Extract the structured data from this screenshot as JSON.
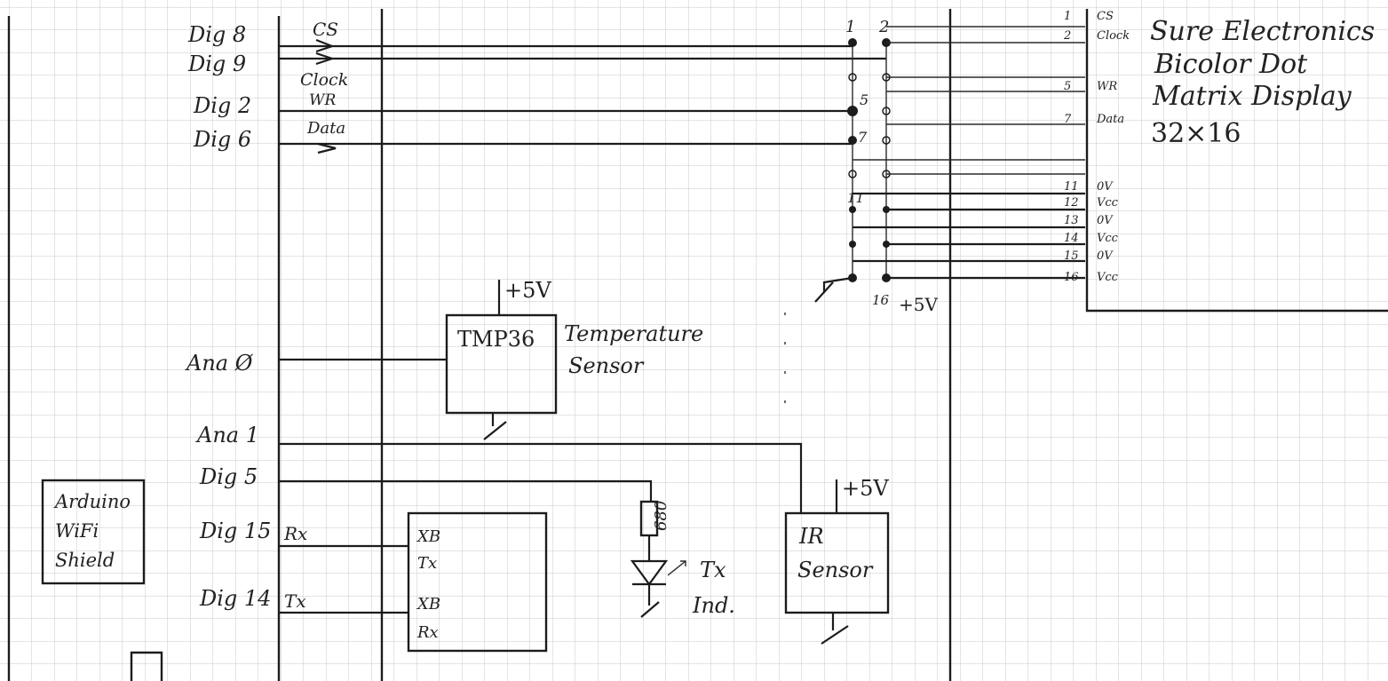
{
  "arduino_pins": {
    "dig8": "Dig 8",
    "dig9": "Dig 9",
    "dig2": "Dig 2",
    "dig6": "Dig 6",
    "ana0": "Ana Ø",
    "ana1": "Ana 1",
    "dig5": "Dig 5",
    "dig15": "Dig 15",
    "dig14": "Dig 14"
  },
  "signals": {
    "cs": "CS",
    "clock": "Clock",
    "wr": "WR",
    "data": "Data",
    "rx": "Rx",
    "tx": "Tx"
  },
  "wifi_shield": {
    "line1": "Arduino",
    "line2": "WiFi",
    "line3": "Shield"
  },
  "tmp36": {
    "chip": "TMP36",
    "desc1": "Temperature",
    "desc2": "Sensor",
    "supply": "+5V"
  },
  "xbee": {
    "tx_top": "XB",
    "tx_bottom": "Tx",
    "rx_top": "XB",
    "rx_bottom": "Rx"
  },
  "resistor": {
    "value": "680"
  },
  "led": {
    "line1": "Tx",
    "line2": "Ind."
  },
  "ir_sensor": {
    "line1": "IR",
    "line2": "Sensor",
    "supply": "+5V"
  },
  "connector": {
    "pin1": "1",
    "pin2": "2",
    "pin5": "5",
    "pin7": "7",
    "pin11": "11",
    "pin16": "16",
    "supply": "+5V"
  },
  "display": {
    "line1": "Sure Electronics",
    "line2": "Bicolor Dot",
    "line3": "Matrix Display",
    "line4": "32×16",
    "pins": [
      {
        "num": "1",
        "name": "CS"
      },
      {
        "num": "2",
        "name": "Clock"
      },
      {
        "num": "5",
        "name": "WR"
      },
      {
        "num": "7",
        "name": "Data"
      },
      {
        "num": "11",
        "name": "0V"
      },
      {
        "num": "12",
        "name": "Vcc"
      },
      {
        "num": "13",
        "name": "0V"
      },
      {
        "num": "14",
        "name": "Vcc"
      },
      {
        "num": "15",
        "name": "0V"
      },
      {
        "num": "16",
        "name": "Vcc"
      }
    ]
  }
}
